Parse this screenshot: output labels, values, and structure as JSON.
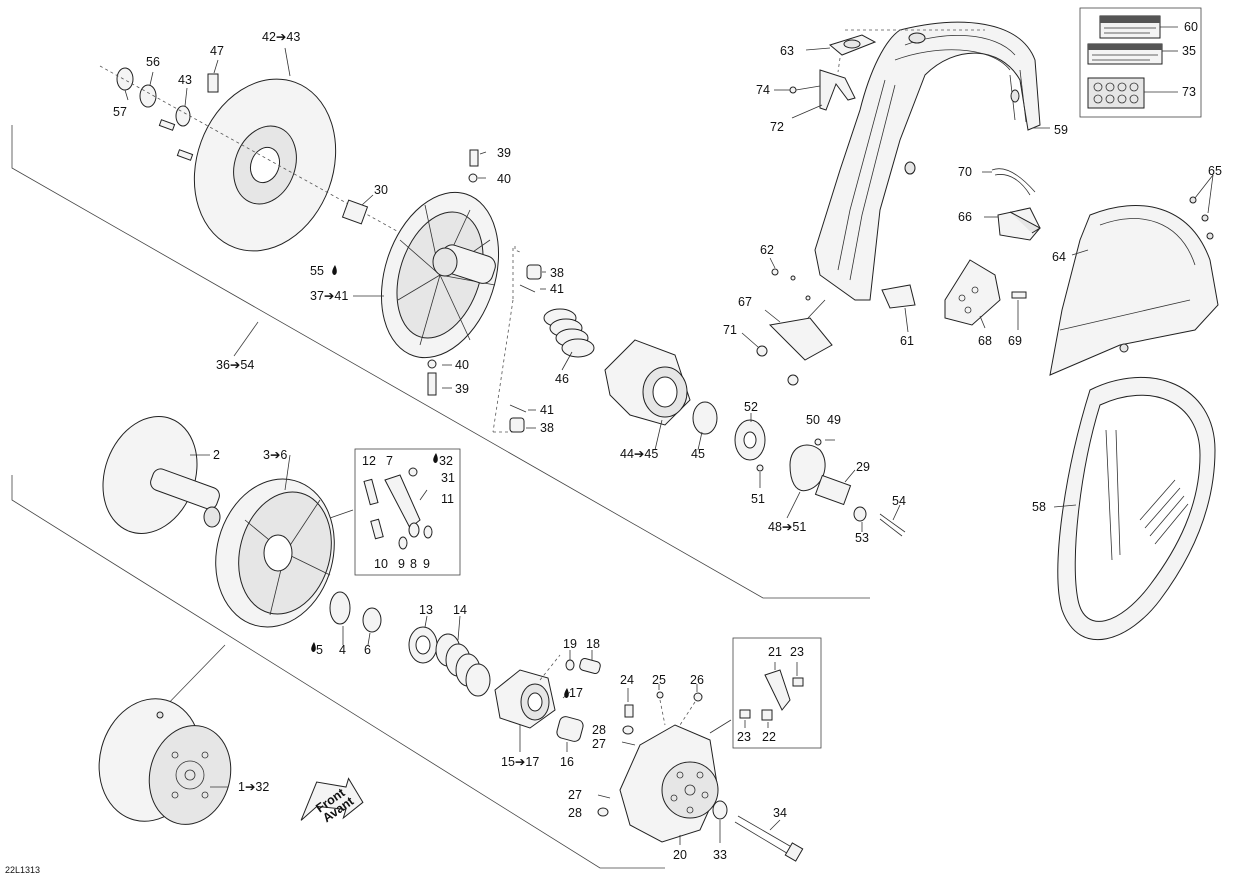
{
  "drawing_ref": "22L1313",
  "front_label": {
    "line1": "Front",
    "line2": "Avant"
  },
  "labels": [
    {
      "id": "p60",
      "text": "60"
    },
    {
      "id": "p35",
      "text": "35"
    },
    {
      "id": "p73",
      "text": "73"
    },
    {
      "id": "p59",
      "text": "59"
    },
    {
      "id": "p63",
      "text": "63"
    },
    {
      "id": "p74",
      "text": "74"
    },
    {
      "id": "p72",
      "text": "72"
    },
    {
      "id": "p70",
      "text": "70"
    },
    {
      "id": "p65",
      "text": "65"
    },
    {
      "id": "p66",
      "text": "66"
    },
    {
      "id": "p64",
      "text": "64"
    },
    {
      "id": "p62",
      "text": "62"
    },
    {
      "id": "p67",
      "text": "67"
    },
    {
      "id": "p71",
      "text": "71"
    },
    {
      "id": "p61",
      "text": "61"
    },
    {
      "id": "p68",
      "text": "68"
    },
    {
      "id": "p69",
      "text": "69"
    },
    {
      "id": "p58",
      "text": "58"
    },
    {
      "id": "p42",
      "text": "42➔43"
    },
    {
      "id": "p47",
      "text": "47"
    },
    {
      "id": "p56",
      "text": "56"
    },
    {
      "id": "p43",
      "text": "43"
    },
    {
      "id": "p57",
      "text": "57"
    },
    {
      "id": "p39a",
      "text": "39"
    },
    {
      "id": "p40a",
      "text": "40"
    },
    {
      "id": "p30",
      "text": "30"
    },
    {
      "id": "p55",
      "text": "55"
    },
    {
      "id": "p37",
      "text": "37➔41"
    },
    {
      "id": "p38a",
      "text": "38"
    },
    {
      "id": "p41a",
      "text": "41"
    },
    {
      "id": "p36",
      "text": "36➔54"
    },
    {
      "id": "p46",
      "text": "46"
    },
    {
      "id": "p40b",
      "text": "40"
    },
    {
      "id": "p39b",
      "text": "39"
    },
    {
      "id": "p41b",
      "text": "41"
    },
    {
      "id": "p38b",
      "text": "38"
    },
    {
      "id": "p44",
      "text": "44➔45"
    },
    {
      "id": "p45",
      "text": "45"
    },
    {
      "id": "p52",
      "text": "52"
    },
    {
      "id": "p50",
      "text": "50"
    },
    {
      "id": "p49",
      "text": "49"
    },
    {
      "id": "p29",
      "text": "29"
    },
    {
      "id": "p51",
      "text": "51"
    },
    {
      "id": "p54",
      "text": "54"
    },
    {
      "id": "p48",
      "text": "48➔51"
    },
    {
      "id": "p53",
      "text": "53"
    },
    {
      "id": "p2",
      "text": "2"
    },
    {
      "id": "p3",
      "text": "3➔6"
    },
    {
      "id": "p12",
      "text": "12"
    },
    {
      "id": "p7",
      "text": "7"
    },
    {
      "id": "p32",
      "text": "32"
    },
    {
      "id": "p31",
      "text": "31"
    },
    {
      "id": "p11",
      "text": "11"
    },
    {
      "id": "p10",
      "text": "10"
    },
    {
      "id": "p9a",
      "text": "9"
    },
    {
      "id": "p8",
      "text": "8"
    },
    {
      "id": "p9b",
      "text": "9"
    },
    {
      "id": "p5",
      "text": "5"
    },
    {
      "id": "p4",
      "text": "4"
    },
    {
      "id": "p6",
      "text": "6"
    },
    {
      "id": "p13",
      "text": "13"
    },
    {
      "id": "p14",
      "text": "14"
    },
    {
      "id": "p19",
      "text": "19"
    },
    {
      "id": "p18",
      "text": "18"
    },
    {
      "id": "p17",
      "text": "17"
    },
    {
      "id": "p15",
      "text": "15➔17"
    },
    {
      "id": "p16",
      "text": "16"
    },
    {
      "id": "p24",
      "text": "24"
    },
    {
      "id": "p25",
      "text": "25"
    },
    {
      "id": "p26",
      "text": "26"
    },
    {
      "id": "p21",
      "text": "21"
    },
    {
      "id": "p23a",
      "text": "23"
    },
    {
      "id": "p23b",
      "text": "23"
    },
    {
      "id": "p22",
      "text": "22"
    },
    {
      "id": "p28a",
      "text": "28"
    },
    {
      "id": "p27a",
      "text": "27"
    },
    {
      "id": "p27b",
      "text": "27"
    },
    {
      "id": "p28b",
      "text": "28"
    },
    {
      "id": "p20",
      "text": "20"
    },
    {
      "id": "p33",
      "text": "33"
    },
    {
      "id": "p34",
      "text": "34"
    },
    {
      "id": "p1",
      "text": "1➔32"
    }
  ]
}
